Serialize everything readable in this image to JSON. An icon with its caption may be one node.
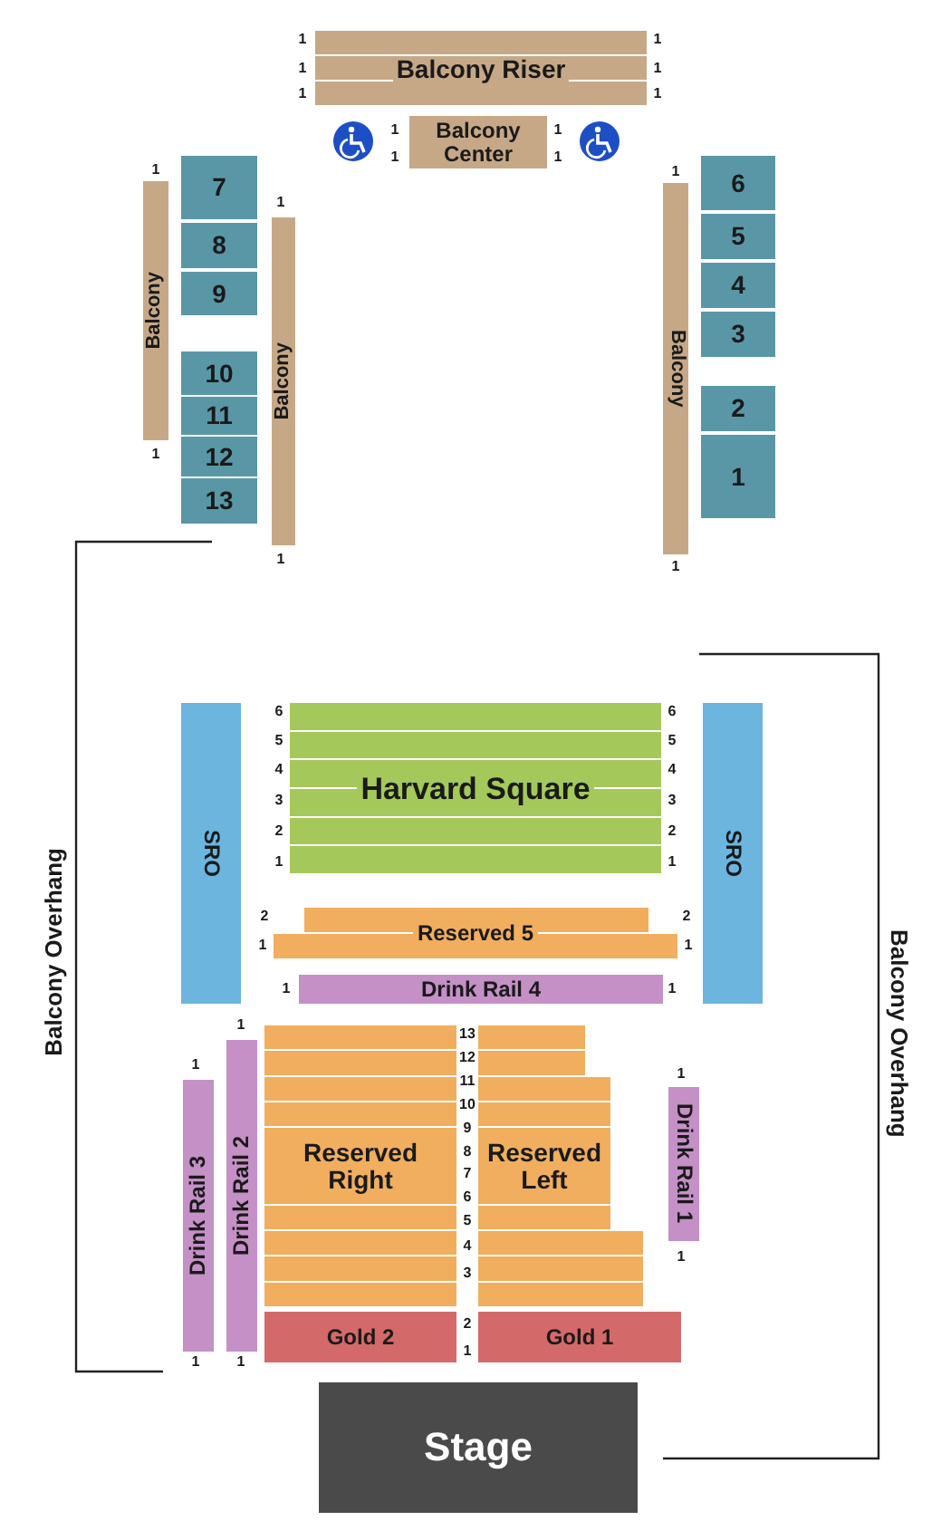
{
  "diagram": {
    "nodes": [
      {
        "text": [
          "Balcony Riser"
        ],
        "beside": [
          "1",
          "1",
          "1",
          "1",
          "1",
          "1"
        ]
      },
      {
        "text": [
          "Balcony Center"
        ],
        "beside": [
          "1",
          "1",
          "1",
          "1"
        ]
      },
      {
        "text": [
          "Balcony"
        ],
        "beside": [
          "1",
          "1"
        ]
      },
      {
        "text": [
          "7"
        ]
      },
      {
        "text": [
          "8"
        ]
      },
      {
        "text": [
          "9"
        ]
      },
      {
        "text": [
          "10"
        ]
      },
      {
        "text": [
          "11"
        ]
      },
      {
        "text": [
          "12"
        ]
      },
      {
        "text": [
          "13"
        ]
      },
      {
        "text": [
          "Balcony"
        ],
        "beside": [
          "1",
          "1"
        ]
      },
      {
        "text": [
          "Balcony"
        ],
        "beside": [
          "1",
          "1"
        ]
      },
      {
        "text": [
          "6"
        ]
      },
      {
        "text": [
          "5"
        ]
      },
      {
        "text": [
          "4"
        ]
      },
      {
        "text": [
          "3"
        ]
      },
      {
        "text": [
          "2"
        ]
      },
      {
        "text": [
          "1"
        ]
      },
      {
        "text": [
          "SRO"
        ]
      },
      {
        "text": [
          "Harvard Square"
        ],
        "beside": [
          "6",
          "5",
          "4",
          "3",
          "2",
          "1",
          "6",
          "5",
          "4",
          "3",
          "2",
          "1"
        ]
      },
      {
        "text": [
          "SRO"
        ]
      },
      {
        "text": [
          "Reserved 5"
        ],
        "beside": [
          "2",
          "2",
          "1",
          "1"
        ]
      },
      {
        "text": [
          "Drink Rail 4"
        ],
        "beside": [
          "1",
          "1"
        ]
      },
      {
        "text": [
          "Drink Rail 3"
        ],
        "beside": [
          "1",
          "1"
        ]
      },
      {
        "text": [
          "Drink Rail 2"
        ],
        "beside": [
          "1",
          "1"
        ]
      },
      {
        "text": [
          "Reserved Right"
        ]
      },
      {
        "text": [
          "Reserved Left"
        ]
      },
      {
        "text": [
          "Drink Rail 1"
        ],
        "beside": [
          "1",
          "1"
        ]
      },
      {
        "text": [
          "Gold 2"
        ]
      },
      {
        "text": [
          "Gold 1"
        ]
      },
      {
        "text": [
          "Stage"
        ]
      }
    ],
    "labels": [
      "13",
      "12",
      "11",
      "10",
      "9",
      "8",
      "7",
      "6",
      "5",
      "4",
      "3",
      "2",
      "1",
      "Balcony Overhang",
      "Balcony Overhang"
    ]
  }
}
